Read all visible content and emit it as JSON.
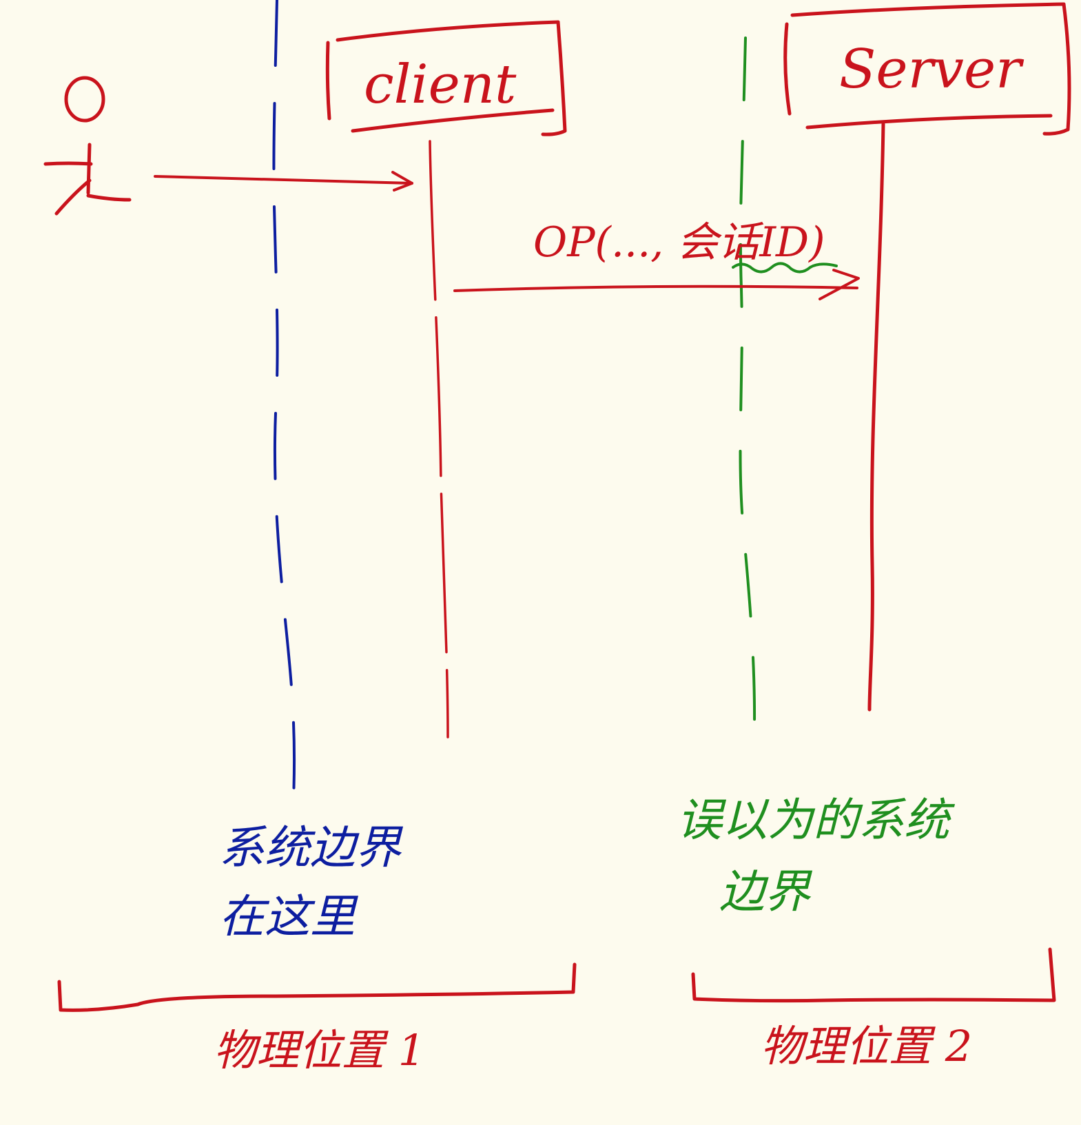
{
  "colors": {
    "paper": "#fdfbee",
    "red": "#c9131c",
    "blue": "#0d1ea0",
    "green": "#1f8f1f"
  },
  "actor": {
    "icon": "stick-figure-icon"
  },
  "client": {
    "label": "client"
  },
  "server": {
    "label": "Server"
  },
  "message": {
    "label": "OP(..., 会话ID)"
  },
  "actual_boundary": {
    "line1": "系统边界",
    "line2": "在这里"
  },
  "perceived_boundary": {
    "line1": "误以为的系统",
    "line2": "边界"
  },
  "location_1": {
    "label": "物理位置 1"
  },
  "location_2": {
    "label": "物理位置 2"
  }
}
